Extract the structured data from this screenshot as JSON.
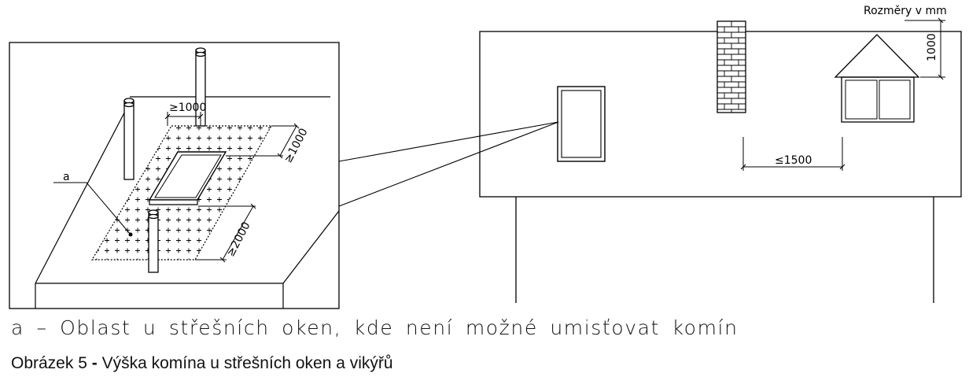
{
  "units_note": "Rozměry v mm",
  "dimensions": {
    "skylight_side": "≥1000",
    "skylight_top": "≥1000",
    "skylight_bottom": "≥2000",
    "chimney_to_dormer": "≤1500",
    "dormer_height": "1000"
  },
  "callout_label": "a",
  "legend_text": "a – Oblast u střešních oken, kde není možné umisťovat komín",
  "caption": {
    "label": "Obrázek 5",
    "separator": " - ",
    "title": "Výška komína u střešních oken a vikýřů"
  }
}
